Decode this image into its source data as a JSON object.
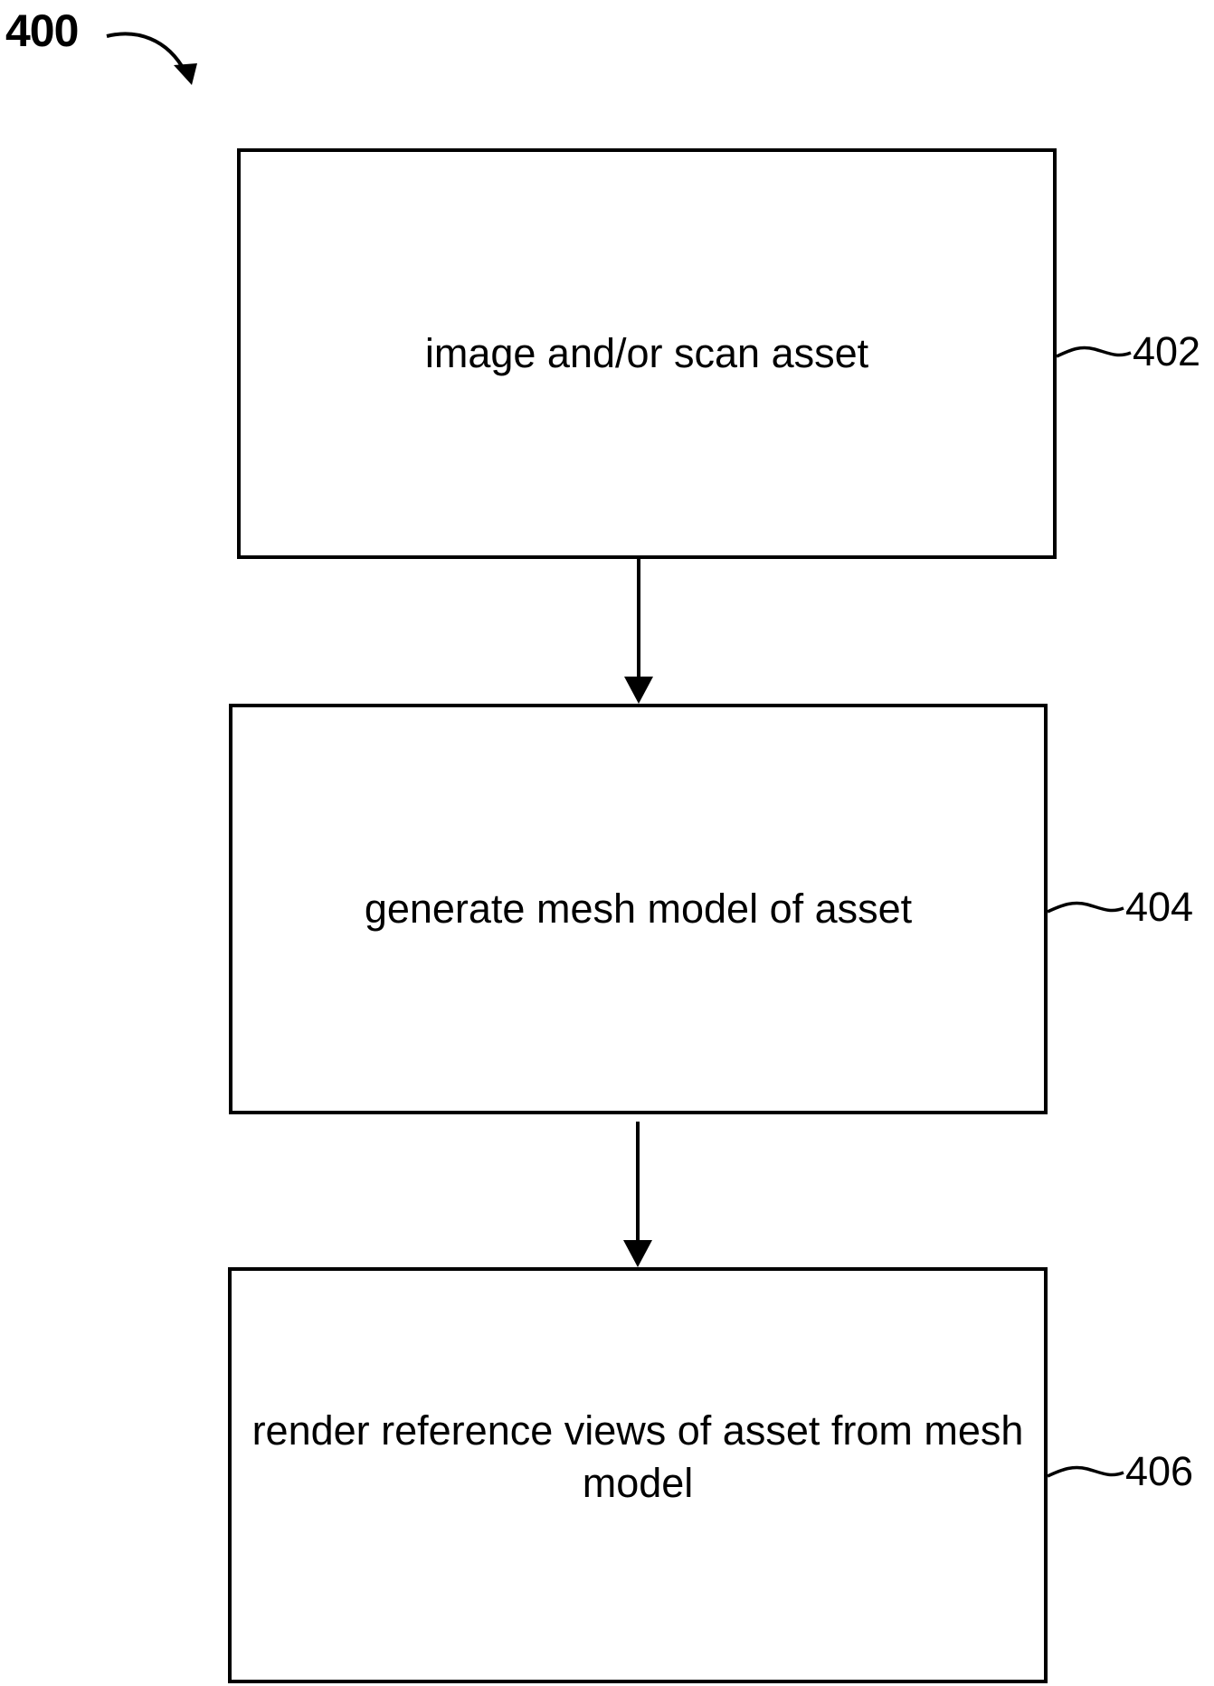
{
  "figure": {
    "label": "400"
  },
  "steps": [
    {
      "ref": "402",
      "text": "image and/or scan asset"
    },
    {
      "ref": "404",
      "text": "generate mesh model of asset"
    },
    {
      "ref": "406",
      "text": "render reference views of asset from mesh model"
    }
  ],
  "colors": {
    "stroke": "#000000",
    "background": "#ffffff"
  }
}
